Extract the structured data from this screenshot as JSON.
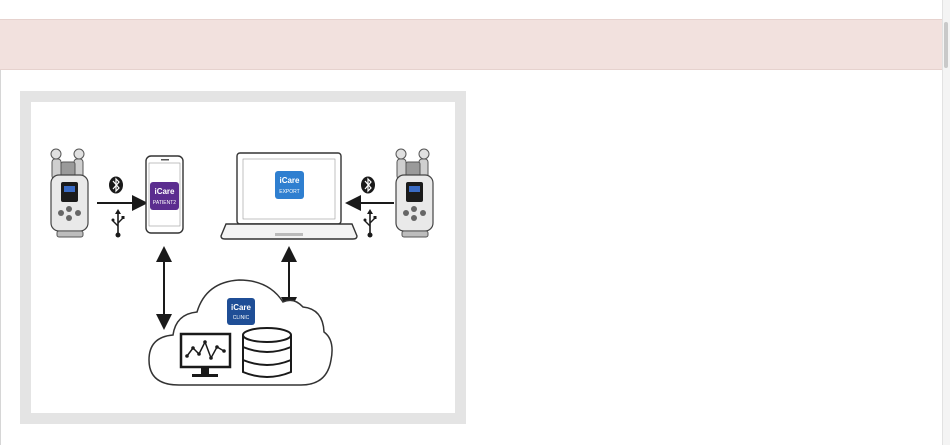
{
  "figure": {
    "apps": {
      "patient": {
        "brand": "iCare",
        "product": "PATIENT2",
        "color": "#5b2d8f"
      },
      "export": {
        "brand": "iCare",
        "product": "EXPORT",
        "color": "#2f7fd0"
      },
      "clinic": {
        "brand": "iCare",
        "product": "CLINIC",
        "color": "#1f4e96"
      }
    },
    "connections": [
      "bluetooth-icon",
      "usb-icon",
      "bidirectional-arrow-icon"
    ]
  }
}
